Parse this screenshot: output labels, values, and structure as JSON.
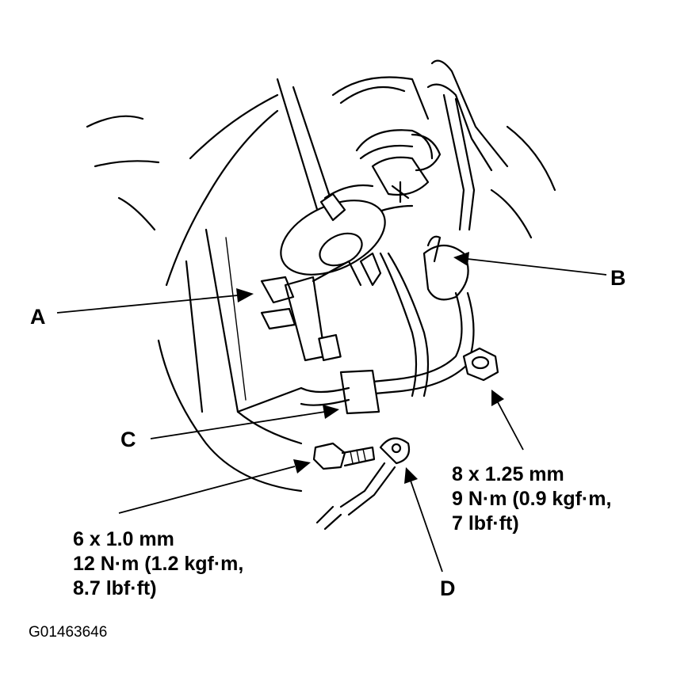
{
  "callouts": {
    "a": "A",
    "b": "B",
    "c": "C",
    "d": "D"
  },
  "specs": {
    "nut": {
      "line1": "8 x 1.25 mm",
      "line2": "9 N·m (0.9 kgf·m,",
      "line3": "7 lbf·ft)"
    },
    "bolt": {
      "line1": "6 x 1.0 mm",
      "line2": "12 N·m (1.2 kgf·m,",
      "line3": "8.7 lbf·ft)"
    }
  },
  "figure_id": "G01463646"
}
